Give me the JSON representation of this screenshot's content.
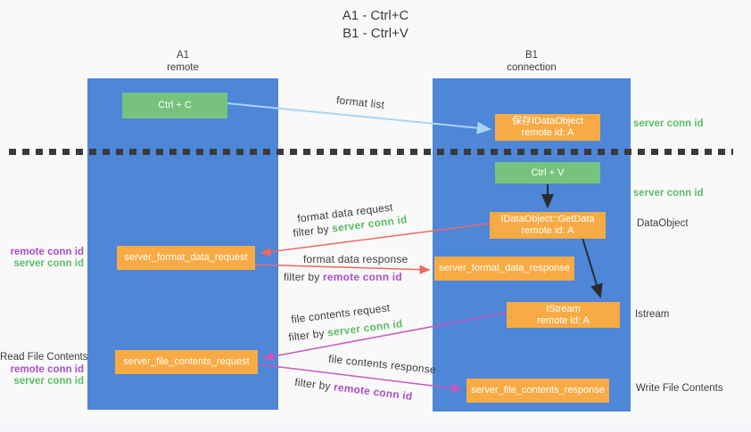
{
  "title": {
    "line1": "A1 - Ctrl+C",
    "line2": "B1 - Ctrl+V"
  },
  "columns": {
    "left": {
      "name": "A1",
      "subtitle": "remote"
    },
    "right": {
      "name": "B1",
      "subtitle": "connection"
    }
  },
  "nodes": {
    "ctrl_c": {
      "label": "Ctrl + C"
    },
    "save_idataobject": {
      "line1": "保存IDataObject",
      "line2": "remote id: A"
    },
    "ctrl_v": {
      "label": "Ctrl + V"
    },
    "getdata": {
      "line1": "IDataObject::GetData",
      "line2": "remote id: A"
    },
    "format_request": {
      "label": "server_format_data_request"
    },
    "format_response": {
      "label": "server_format_data_response"
    },
    "istream": {
      "line1": "IStream",
      "line2": "remote id: A"
    },
    "file_request": {
      "label": "server_file_contents_request"
    },
    "file_response": {
      "label": "server_file_contents_response"
    }
  },
  "left_labels": {
    "format": {
      "remote": "remote conn id",
      "server": "server conn id"
    },
    "file": {
      "title": "Read File Contents",
      "remote": "remote conn id",
      "server": "server conn id"
    }
  },
  "right_labels": {
    "server_conn_top": "server conn id",
    "server_conn_mid": "server conn id",
    "dataobject": "DataObject",
    "istream": "Istream",
    "write_file": "Write File Contents"
  },
  "flow_labels": {
    "format_list": "format list",
    "format_data_request": "format data request",
    "format_data_response": "format data response",
    "file_contents_request": "file contents request",
    "file_contents_response": "file contents response",
    "filter_by": "filter by ",
    "server_conn_id": "server conn id",
    "remote_conn_id": "remote conn id"
  },
  "colors": {
    "column_blue": "#4e86d8",
    "node_green": "#77c37d",
    "node_orange": "#f8ab44",
    "arrow_blue": "#a9d5f5",
    "arrow_red": "#ed6a64",
    "arrow_magenta": "#c558bd",
    "arrow_black": "#2b2b2b",
    "label_green": "#5cbd66",
    "label_purple": "#a94fc6",
    "background": "#f9f9f9"
  }
}
